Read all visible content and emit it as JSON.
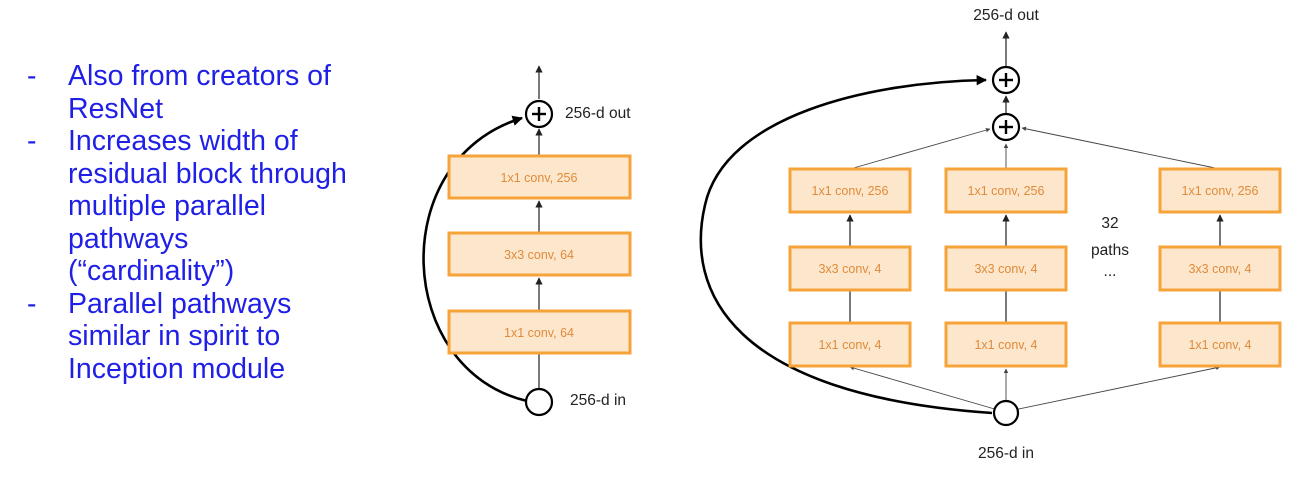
{
  "bullets": [
    {
      "dash": "-",
      "lines": [
        "Also from creators of",
        "ResNet"
      ]
    },
    {
      "dash": "-",
      "lines": [
        "Increases width of",
        "residual block through",
        "multiple parallel",
        "pathways",
        "(“cardinality”)"
      ]
    },
    {
      "dash": "-",
      "lines": [
        "Parallel pathways",
        "similar in spirit to",
        "Inception module"
      ]
    }
  ],
  "left_block": {
    "out_label": "256-d out",
    "in_label": "256-d in",
    "layers": [
      "1x1 conv, 256",
      "3x3 conv, 64",
      "1x1 conv, 64"
    ]
  },
  "right_block": {
    "out_label": "256-d out",
    "in_label": "256-d in",
    "path_layers": [
      "1x1 conv, 256",
      "3x3 conv, 4",
      "1x1 conv, 4"
    ],
    "paths_note": [
      "32",
      "paths",
      "..."
    ]
  },
  "colors": {
    "bullet_text": "#1f1fe6",
    "box_fill": "#fde7cc",
    "box_stroke": "#f6a33a",
    "box_text": "#e08a3a"
  }
}
